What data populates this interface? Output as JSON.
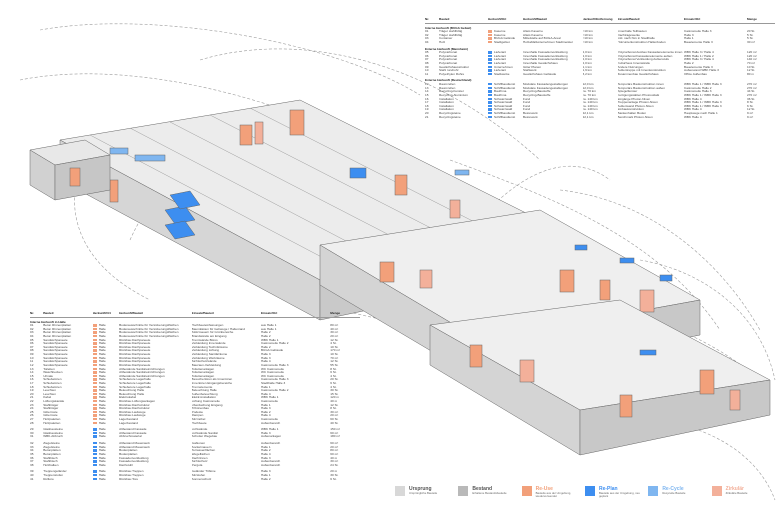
{
  "colors": {
    "bestand": "#b9b9b9",
    "reuse": "#f2a07a",
    "replan": "#3d8ef0",
    "recycle": "#7fb6f0",
    "zirkular": "#f3b09a",
    "ursprung": "#d8d8d8"
  },
  "top_table": {
    "headers": [
      "Nr.",
      "Bauteil",
      "Herkunft/Ort",
      "Herkunft/Bauteil",
      "Herkunft/Entfernung",
      "Einsatz/Bauteil",
      "Einsatz/Ort",
      "Menge"
    ],
    "sections": [
      {
        "title": "Interne Herkunft (BUGA Gebiet)",
        "rows": [
          [
            "01",
            "Träger stahlfüßig",
            "Kaserne",
            "Alteis Kaserne",
            "<10 km",
            "Innenhalle Teilbauten",
            "Casinomeile Halle 3",
            "20 St."
          ],
          [
            "02",
            "Träger stahlfüßig",
            "Kaserne",
            "Alteis Kaserne",
            "<10 km",
            "Dachtragewerke",
            "Halle 3",
            "5 St."
          ],
          [
            "03",
            "Container",
            "BUGA Gelände",
            "Mittelstelle auf BUGA-Areal",
            "<10 km",
            "Inkl. nach Nxx in Stadthalle",
            "Halle 1",
            "5 St."
          ],
          [
            "04",
            "Holz",
            "Stadtgebiet",
            "Holzabfallunternehmen Stadtmeister",
            "<10 km",
            "Holzunterkonstruktion Hallenboden",
            "Bauelemente Halle 3",
            "30 m³"
          ]
        ]
      },
      {
        "title": "Externe Herkunft (Mannheim)",
        "rows": [
          [
            "05",
            "Polycarbonat",
            "Lieferant",
            "Innenhalle Fassadenverkleidung",
            "2,0 km",
            "Polycarbonat Ausbau Fassadenelemente innen",
            "WBK Halle 3 / Halle 4",
            "120 m²"
          ],
          [
            "06",
            "Polycarbonat",
            "Lieferant",
            "Innenhalle Fassadenverkleidung",
            "2,0 km",
            "Polycarbonat Fassadenelemente außen",
            "WBK Halle 1 / Halle 2",
            "120 m²"
          ],
          [
            "07",
            "Polycarbonat",
            "Lieferant",
            "Innenhalle Fassadenverkleidung",
            "2,0 km",
            "Polycarbonat Verkleidung Außenstufe",
            "WBK Halle 3 / Halle 4",
            "140 m²"
          ],
          [
            "08",
            "Polycarbonat",
            "Lieferant",
            "Innenhalle Gewächshaus",
            "2,0 km",
            "Kulturhaus Innenwände",
            "Halle 2",
            "70 m²"
          ],
          [
            "09",
            "Gewächshausstruktur",
            "Unternehmen",
            "Gitter Planen",
            "1,1 km",
            "Andere Nutzungen",
            "Bauelemente Halle 3",
            "10 St."
          ],
          [
            "10",
            "Stahl rundrohr",
            "Lieferant",
            "Stahlwerk",
            "1,9 km",
            "Außentreppe mit Innenkonstruktion",
            "Außenwand WBK Halle 3",
            "12 St."
          ],
          [
            "11",
            "Polyethylen Rohre",
            "Stadtwerke",
            "Gewächshaus Gebäude",
            "3,2 km",
            "Zusammenbau Gewächshaus",
            "Office Außenbau",
            "80 m"
          ]
        ]
      },
      {
        "title": "Externe Herkunft (Deutschland)",
        "rows": [
          [
            "12",
            "Raumzellen",
            "Schiffbaudienst",
            "Modulare Fassadengestaltungen",
            "12,0 km",
            "Temporäre Baukonstruktion innen",
            "WBK Halle 1 / WBK Halle 3",
            "270 m²"
          ],
          [
            "13",
            "Raumzellen",
            "Schiffbaudienst",
            "Modulare Fassadengestaltungen",
            "12,0 km",
            "Temporäre Baukonstruktion außen",
            "Casinomeile Halle 2",
            "270 m²"
          ],
          [
            "14",
            "Recycling-Fenster",
            "Baufirma",
            "Recycling-Baustoffe",
            "ca. 70 km",
            "Spiegelfenster",
            "Casinomeile Halle 3",
            "44 St."
          ],
          [
            "15",
            "Recycling-Aluminium",
            "Baufirma",
            "Recycling-Baustoffe",
            "ca. 70 km",
            "Fertigungsstätten Photovoltaik",
            "WBK Halle 1 / WBK Halle 3",
            "270 m²"
          ],
          [
            "16",
            "Installation",
            "Schwarzwald",
            "Fund",
            "ca. 140 km",
            "Eingänge Photon-Nixen",
            "WBK Halle 4",
            "36 St."
          ],
          [
            "17",
            "Installation",
            "Schwarzwald",
            "Fund",
            "ca. 140 km",
            "Treppenanlage Photon-Nixen",
            "WBK Halle 1 / WBK Halle 3",
            "8 St."
          ],
          [
            "18",
            "Installation",
            "Schwarzwald",
            "Fund",
            "ca. 140 km",
            "Außenwand Photon-Nixen",
            "WBK Halle 1 / WBK Halle 3",
            "6 St."
          ],
          [
            "19",
            "Installation",
            "Schwarzwald",
            "Fund",
            "ca. 140 km",
            "Einbaukonstruktion",
            "WBK Halle 4",
            "12 St."
          ],
          [
            "20",
            "Recyclingsteine",
            "Schiffbaudienst",
            "Betonwerk",
            "22,1 km",
            "Bankenhallen Boden",
            "Hauptwege nach Halle 1",
            "9 m³"
          ],
          [
            "21",
            "Recyclingsteine",
            "Schiffbaudienst",
            "Betonwerk",
            "22,1 km",
            "Benchmark Photon-Nixen",
            "WBK Halle 4",
            "9 m³"
          ]
        ]
      }
    ]
  },
  "bottom_table": {
    "headers": [
      "Nr.",
      "Bauteil",
      "Herkunft/Ort",
      "Herkunft/Bauteil",
      "Einsatz/Bauteil",
      "Einsatz/Ort",
      "Menge"
    ],
    "sections": [
      {
        "title": "Interne Herkunft in Halle",
        "rows": [
          [
            "01",
            "Beton Rinnenplatten",
            "Halle",
            "Bodenausschnitte für Versickerungsflächen",
            "Hochbeeteinfassungen",
            "aus Halle 1",
            "80 m²"
          ],
          [
            "02",
            "Beton Rinnenplatten",
            "Halle",
            "Bodenausschnitte für Versickerungsflächen",
            "Baumkästen für Gehwege / Hallenrand",
            "aus Halle 1",
            "40 m²"
          ],
          [
            "03",
            "Beton Rinnenplatten",
            "Halle",
            "Bodenausschnitte für Versickerungsflächen",
            "Stützmauern für Grünbereiche",
            "Halle 2",
            "30 m²"
          ],
          [
            "04",
            "Beton Rinnenplatten",
            "Halle",
            "Bodenausschnitte für Versickerungsflächen",
            "Brandwände am Eingang",
            "Halle 2",
            "20 m²"
          ],
          [
            "05",
            "Sandwichpaneele",
            "Halle",
            "Rückbau Dachpaneele",
            "Trennwände Büros",
            "WBK Halle 1",
            "12 St."
          ],
          [
            "06",
            "Sandwichpaneele",
            "Halle",
            "Rückbau Dachpaneele",
            "Verkleidung Innenwände",
            "Casinomeile Halle 2",
            "4 St."
          ],
          [
            "07",
            "Sandwichpaneele",
            "Halle",
            "Rückbau Dachpaneele",
            "Verkleidung Technikräume",
            "Halle 2",
            "10 St."
          ],
          [
            "08",
            "Sandwichpaneele",
            "Halle",
            "Rückbau Dachpaneele",
            "Verkleidung Lüftung",
            "BUGA Gebäude",
            "170 m²"
          ],
          [
            "09",
            "Sandwichpaneele",
            "Halle",
            "Rückbau Dachpaneele",
            "Verkleidung Sanitärräume",
            "Halle 3",
            "10 St."
          ],
          [
            "10",
            "Sandwichpaneele",
            "Halle",
            "Rückbau Dachpaneele",
            "Verkleidung Werkräume",
            "Halle 3",
            "70 m²"
          ],
          [
            "11",
            "Sandwichpaneele",
            "Halle",
            "Rückbau Dachpaneele",
            "Sichtschutzwände",
            "Halle 4",
            "12 St."
          ],
          [
            "12",
            "Sandwichpaneele",
            "Halle",
            "Rückbau Dachpaneele",
            "Bauzaun-Verkleidung",
            "Casinomeile Halle 3",
            "55 St."
          ],
          [
            "13",
            "Toiletten",
            "Halle",
            "Altbestände Sanitäreinrichtungen",
            "Toilettenanlagen",
            "WC Casinomeile",
            "8 St."
          ],
          [
            "14",
            "Waschbecken",
            "Halle",
            "Altbestände Sanitäreinrichtungen",
            "Toilettenanlagen",
            "WC Casinomeile",
            "6 St."
          ],
          [
            "15",
            "Urinale",
            "Halle",
            "Altbestände Sanitäreinrichtungen",
            "Toilettenanlagen",
            "WC Casinomeile",
            "4 St."
          ],
          [
            "16",
            "Schiebetüren",
            "Halle",
            "Schiebetore Lagerhalle",
            "Besuchertüren als Innentüren",
            "Casinomeile Halle 3",
            "20 St."
          ],
          [
            "17",
            "Schiebetüren",
            "Halle",
            "Schiebetore Lagerhalle",
            "Innentüren Eingangsbereiche",
            "Stadthalle Halle 3",
            "6 St."
          ],
          [
            "18",
            "Schiebetüren",
            "Halle",
            "Schiebetore Lagerhalle",
            "Trennelemente",
            "Halle 1",
            "4 St."
          ],
          [
            "19",
            "Leuchten",
            "Halle",
            "Beleuchtung Halle",
            "Beleuchtung Halle",
            "Casinomeile Halle 2",
            "30 St."
          ],
          [
            "20",
            "Leuchten",
            "Halle",
            "Beleuchtung Halle",
            "Außenbeleuchtung",
            "Halle 4",
            "15 St."
          ],
          [
            "21",
            "Kabel",
            "Halle",
            "Elektrokabel",
            "Elektroinstallation",
            "WBK Halle 1",
            "120 m"
          ],
          [
            "22",
            "Lüftungskanäle",
            "Halle",
            "Rückbau Lüftungsanlagen",
            "Lüftung Casinomeile",
            "Casinomeile",
            "40 m"
          ],
          [
            "23",
            "Stahlträger",
            "Halle",
            "Rückbau Dachstruktur",
            "Überdachung Eingang",
            "Halle 1",
            "12 St."
          ],
          [
            "24",
            "Stahlträger",
            "Halle",
            "Rückbau Dachstruktur",
            "Tribünenbau",
            "Halle 3",
            "8 St."
          ],
          [
            "25",
            "Gitterroste",
            "Halle",
            "Rückbau Laufwege",
            "Podeste",
            "Halle 2",
            "30 m²"
          ],
          [
            "26",
            "Gitterroste",
            "Halle",
            "Rückbau Laufwege",
            "Rampen",
            "Halle 4",
            "20 m²"
          ],
          [
            "27",
            "Holzpaletten",
            "Halle",
            "Lagerbestand",
            "Sitzmöbel",
            "Casinomeile",
            "60 St."
          ],
          [
            "28",
            "Holzpaletten",
            "Halle",
            "Lagerbestand",
            "Hochbeete",
            "Außenbereich",
            "40 St."
          ]
        ]
      },
      {
        "title": "",
        "rows": [
          [
            "29",
            "Glasbausteine",
            "Halle",
            "Altbestand Fassade",
            "Lichtwände",
            "WBK Halle 1",
            "150 m²"
          ],
          [
            "30",
            "Glasbausteine",
            "Halle",
            "Altbestand Fassade",
            "Lichtwände Sanitär",
            "Halle 3",
            "60 m²"
          ],
          [
            "31",
            "WBK-Abbruch",
            "Halle",
            "Abbruchmaterial",
            "Schotter Wegebau",
            "Außenanlagen",
            "180 m³"
          ]
        ]
      },
      {
        "title": "",
        "rows": [
          [
            "32",
            "Ziegelsteine",
            "Halle",
            "Altbestand Mauerwerk",
            "Gabionen",
            "Außenbereich",
            "60 m³"
          ],
          [
            "33",
            "Ziegelsteine",
            "Halle",
            "Altbestand Mauerwerk",
            "Sockelmauern",
            "Halle 1",
            "20 m³"
          ],
          [
            "34",
            "Betonplatten",
            "Halle",
            "Bodenplatten",
            "Terrassenflächen",
            "Halle 2",
            "80 m²"
          ],
          [
            "35",
            "Betonplatten",
            "Halle",
            "Bodenplatten",
            "Wegeflächen",
            "Halle 4",
            "60 m²"
          ],
          [
            "36",
            "Stahlblech",
            "Halle",
            "Fassadenverkleidung",
            "Dachrinnen",
            "Halle 3",
            "40 m"
          ],
          [
            "37",
            "Stahlblech",
            "Halle",
            "Fassadenverkleidung",
            "Sichtschutz",
            "Außenbereich",
            "30 m²"
          ],
          [
            "38",
            "Holzbalken",
            "Halle",
            "Dachstuhl",
            "Pergola",
            "Außenbereich",
            "24 St."
          ]
        ]
      },
      {
        "title": "",
        "rows": [
          [
            "39",
            "Treppengeländer",
            "Halle",
            "Rückbau Treppen",
            "Geländer Tribüne",
            "Halle 3",
            "20 m"
          ],
          [
            "40",
            "Treppenstufen",
            "Halle",
            "Rückbau Treppen",
            "Sitzstufen",
            "Halle 1",
            "30 St."
          ],
          [
            "41",
            "Rolltore",
            "Halle",
            "Rückbau Tore",
            "Sonnenschutz",
            "Halle 2",
            "6 St."
          ]
        ]
      }
    ]
  },
  "legend": [
    {
      "title": "Ursprung",
      "desc": "Ursprüngliche Bauteile",
      "color": "#d8d8d8"
    },
    {
      "title": "Bestand",
      "desc": "Erhaltene Bestandsbauteile",
      "color": "#b9b9b9"
    },
    {
      "title": "Re-Use",
      "desc": "Bauteile aus der Umgebung, wiederverwendet",
      "color": "#f2a07a"
    },
    {
      "title": "Re-Plan",
      "desc": "Bauteile aus der Umgebung, neu geplant",
      "color": "#3d8ef0"
    },
    {
      "title": "Re-Cycle",
      "desc": "Recycelte Bauteile",
      "color": "#7fb6f0"
    },
    {
      "title": "Zirkulär",
      "desc": "Zirkuläre Bauteile",
      "color": "#f3b09a"
    }
  ]
}
